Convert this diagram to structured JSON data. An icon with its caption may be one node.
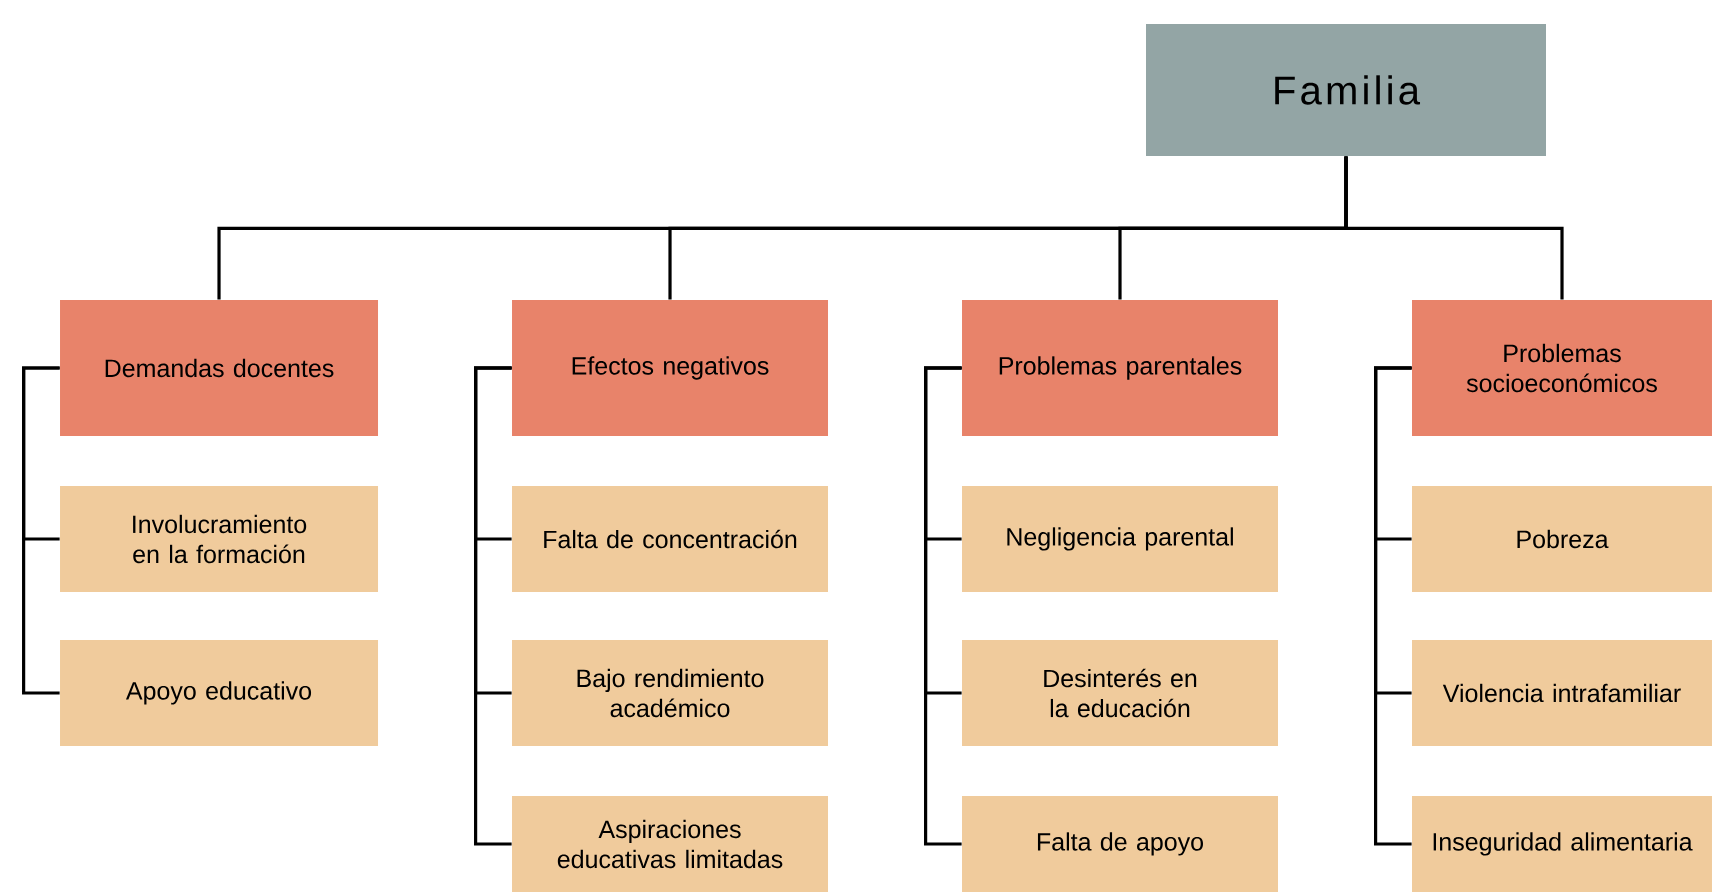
{
  "diagram": {
    "nodes": [
      {
        "text": [
          "Familia"
        ]
      },
      {
        "text": [
          "Demandas docentes"
        ]
      },
      {
        "text": [
          "Involucramiento en la formación"
        ]
      },
      {
        "text": [
          "Apoyo educativo"
        ]
      },
      {
        "text": [
          "Efectos negativos"
        ]
      },
      {
        "text": [
          "Falta de concentración"
        ]
      },
      {
        "text": [
          "Bajo rendimiento académico"
        ]
      },
      {
        "text": [
          "Aspiraciones educativas limitadas"
        ]
      },
      {
        "text": [
          "Problemas parentales"
        ]
      },
      {
        "text": [
          "Negligencia parental"
        ]
      },
      {
        "text": [
          "Desinterés en la educación"
        ]
      },
      {
        "text": [
          "Falta de apoyo"
        ]
      },
      {
        "text": [
          "Problemas socioeconómicos"
        ]
      },
      {
        "text": [
          "Pobreza"
        ]
      },
      {
        "text": [
          "Violencia intrafamiliar"
        ]
      },
      {
        "text": [
          "Inseguridad alimentaria"
        ]
      }
    ],
    "edges": [
      {
        "from": 0,
        "to": 1,
        "arrow": "none"
      },
      {
        "from": 0,
        "to": 4,
        "arrow": "none"
      },
      {
        "from": 0,
        "to": 8,
        "arrow": "none"
      },
      {
        "from": 0,
        "to": 12,
        "arrow": "none"
      },
      {
        "from": 1,
        "to": 2,
        "arrow": "none"
      },
      {
        "from": 1,
        "to": 3,
        "arrow": "none"
      },
      {
        "from": 4,
        "to": 5,
        "arrow": "none"
      },
      {
        "from": 4,
        "to": 6,
        "arrow": "none"
      },
      {
        "from": 4,
        "to": 7,
        "arrow": "none"
      },
      {
        "from": 8,
        "to": 9,
        "arrow": "none"
      },
      {
        "from": 8,
        "to": 10,
        "arrow": "none"
      },
      {
        "from": 8,
        "to": 11,
        "arrow": "none"
      },
      {
        "from": 12,
        "to": 13,
        "arrow": "none"
      },
      {
        "from": 12,
        "to": 14,
        "arrow": "none"
      },
      {
        "from": 12,
        "to": 15,
        "arrow": "none"
      }
    ]
  }
}
